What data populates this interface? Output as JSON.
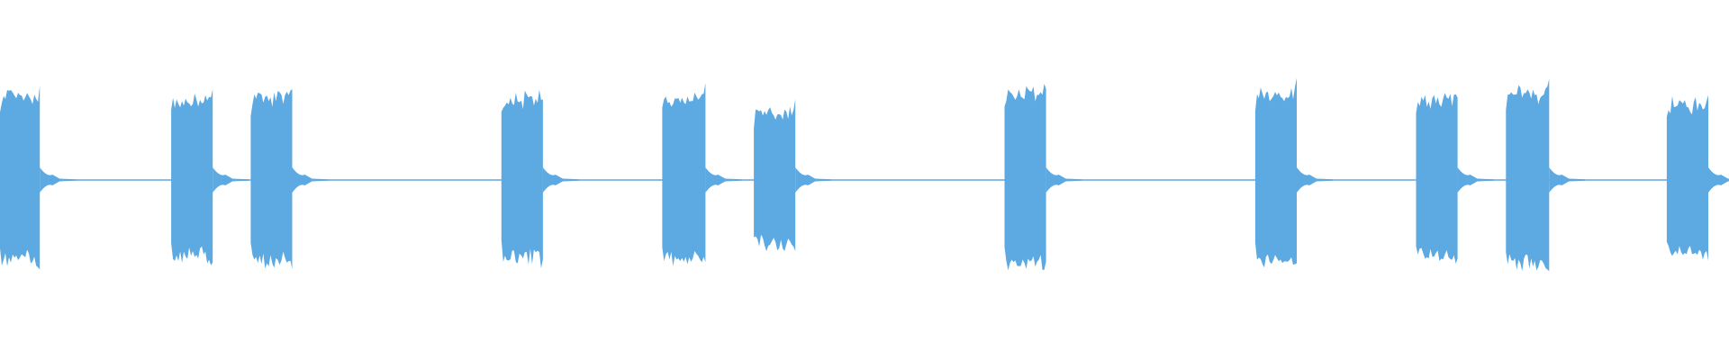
{
  "colors": {
    "background": "#ffffff",
    "waveform": "#5da9e2"
  },
  "waveform": {
    "duration_fraction_segments": [
      {
        "start": 0.0,
        "end": 0.023,
        "level": 0.62
      },
      {
        "start": 0.099,
        "end": 0.123,
        "level": 0.58
      },
      {
        "start": 0.145,
        "end": 0.169,
        "level": 0.62
      },
      {
        "start": 0.29,
        "end": 0.314,
        "level": 0.6
      },
      {
        "start": 0.383,
        "end": 0.408,
        "level": 0.61
      },
      {
        "start": 0.436,
        "end": 0.46,
        "level": 0.5
      },
      {
        "start": 0.581,
        "end": 0.605,
        "level": 0.64
      },
      {
        "start": 0.726,
        "end": 0.75,
        "level": 0.63
      },
      {
        "start": 0.819,
        "end": 0.843,
        "level": 0.6
      },
      {
        "start": 0.871,
        "end": 0.896,
        "level": 0.64
      },
      {
        "start": 0.964,
        "end": 0.988,
        "level": 0.56
      }
    ],
    "baseline_level": 0.012
  }
}
